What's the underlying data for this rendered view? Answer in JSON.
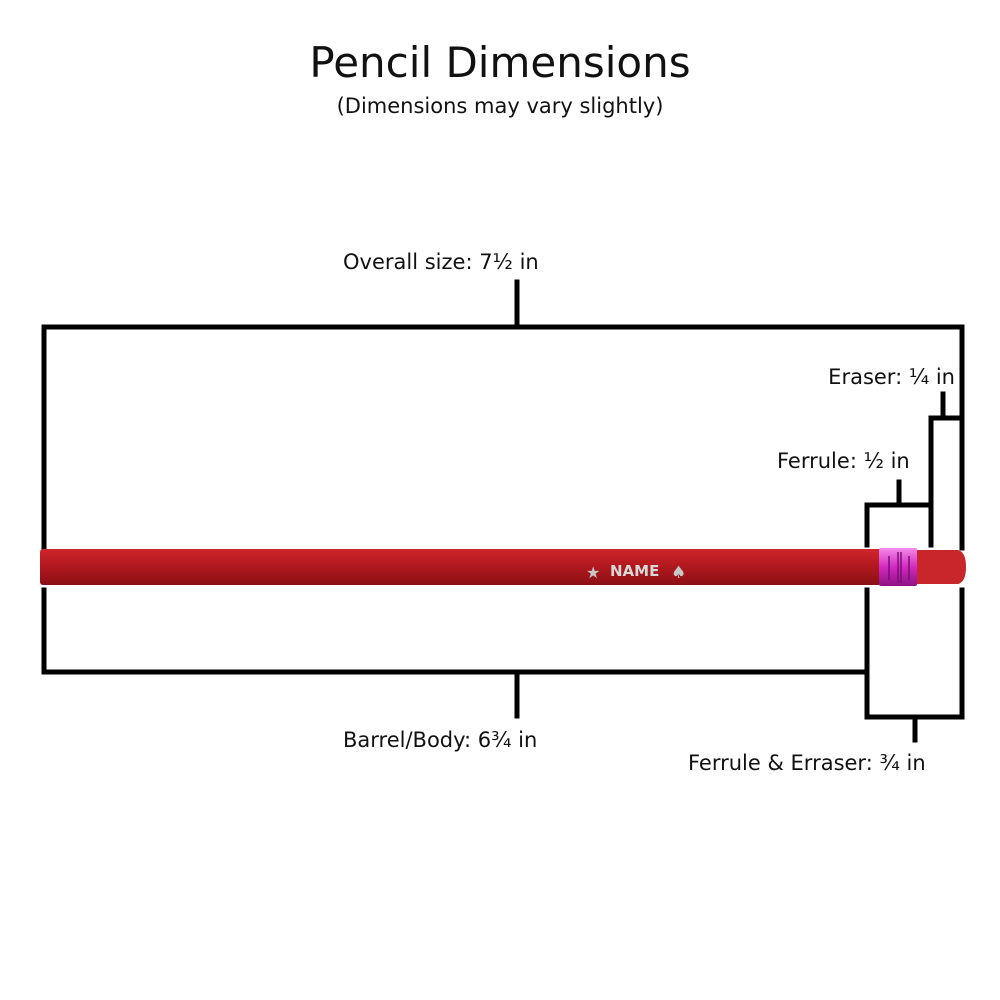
{
  "title": "Pencil Dimensions",
  "subtitle": "(Dimensions may vary slightly)",
  "labels": {
    "overall": "Overall size:  7½ in",
    "eraser": "Eraser:  ¼ in",
    "ferrule": "Ferrule:  ½ in",
    "barrel": "Barrel/Body:  6¾ in",
    "ferrule_eraser": "Ferrule  &  Erraser:  ¾ in"
  },
  "pencil": {
    "imprint": "NAME",
    "body_color": "#b3191f",
    "ferrule_color": "#e23fd0",
    "eraser_color": "#c8262a"
  }
}
